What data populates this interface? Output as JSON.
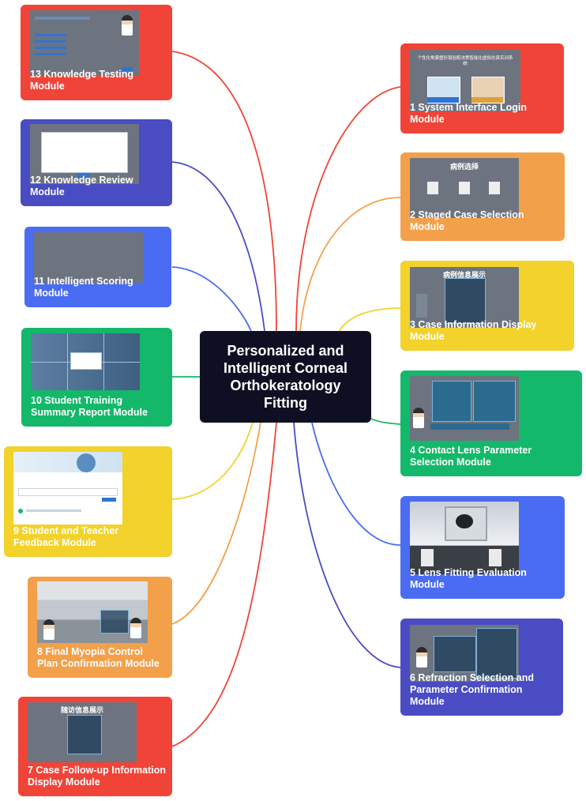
{
  "center": {
    "title": "Personalized and Intelligent Corneal Orthokeratology Fitting"
  },
  "modules": {
    "m1": {
      "label": "1 System Interface Login Module",
      "color": "#f04438",
      "shot_text": "个性化角膜塑形镜验配决策智能化虚拟仿真实训系统"
    },
    "m2": {
      "label": "2 Staged Case Selection Module",
      "color": "#f3a04a",
      "shot_text": "病例选择"
    },
    "m3": {
      "label": "3 Case Information Display Module",
      "color": "#f2d22b",
      "shot_text": "病例信息展示"
    },
    "m4": {
      "label": "4 Contact Lens Parameter Selection Module",
      "color": "#14b86a"
    },
    "m5": {
      "label": "5 Lens Fitting Evaluation Module",
      "color": "#4a6cf2"
    },
    "m6": {
      "label": "6 Refraction Selection and Parameter Confirmation Module",
      "color": "#4a4cc4"
    },
    "m7": {
      "label": "7 Case Follow-up Information Display Module",
      "color": "#f04438",
      "shot_text": "随访信息展示"
    },
    "m8": {
      "label": "8 Final Myopia Control Plan Confirmation Module",
      "color": "#f3a04a"
    },
    "m9": {
      "label": "9 Student and Teacher Feedback Module",
      "color": "#f2d22b"
    },
    "m10": {
      "label": "10 Student Training Summary Report Module",
      "color": "#14b86a"
    },
    "m11": {
      "label": "11 Intelligent Scoring Module",
      "color": "#4a6cf2"
    },
    "m12": {
      "label": "12 Knowledge Review Module",
      "color": "#4a4cc4"
    },
    "m13": {
      "label": "13 Knowledge Testing Module",
      "color": "#f04438"
    }
  }
}
